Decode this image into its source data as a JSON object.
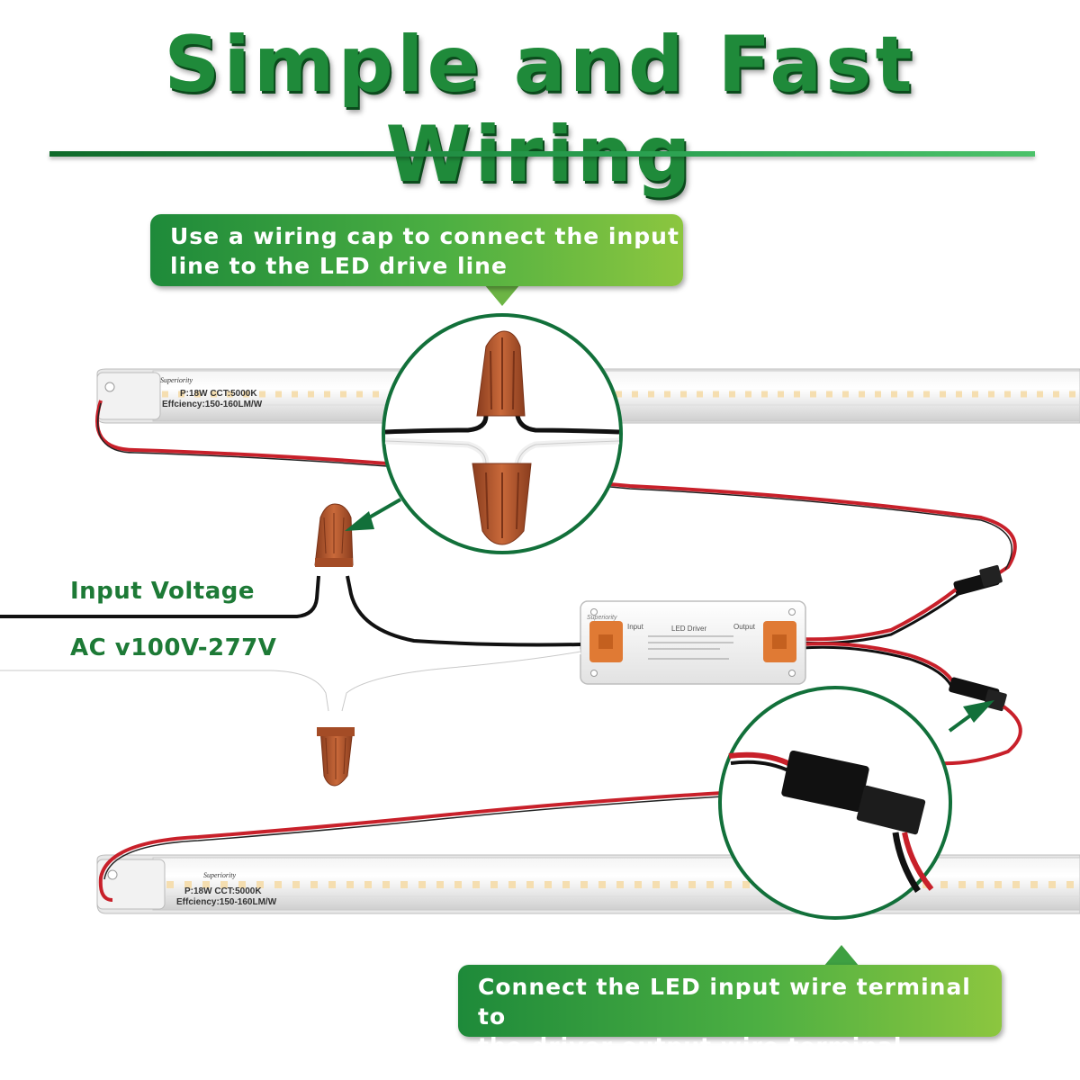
{
  "title": "Simple and Fast Wiring",
  "callout_top": {
    "line1": "Use a wiring cap to connect the input",
    "line2": "line to the LED drive line"
  },
  "callout_bottom": {
    "line1": "Connect the LED input wire terminal to",
    "line2": "the driver output wire terminal"
  },
  "input_label": "Input Voltage",
  "voltage_label": "AC v100V-277V",
  "tube_top": {
    "brand": "Superiority",
    "spec": "P:18W  CCT:5000K",
    "efficiency": "Effciency:150-160LM/W"
  },
  "tube_bottom": {
    "brand": "Superiority",
    "spec": "P:18W  CCT:5000K",
    "efficiency": "Effciency:150-160LM/W"
  },
  "driver": {
    "brand": "Superiority",
    "title": "LED Driver",
    "input_label": "Input",
    "output_label": "Output"
  },
  "colors": {
    "green_dark": "#0b4a1c",
    "green": "#1f8a3a",
    "green_light": "#8cc63f",
    "wire_red": "#c8202a",
    "wire_black": "#111111",
    "wire_white": "#e8e8e8",
    "cap_orange": "#b85a30"
  },
  "icons": [
    "wiring-cap-icon",
    "connector-plug-icon",
    "arrow-icon"
  ]
}
